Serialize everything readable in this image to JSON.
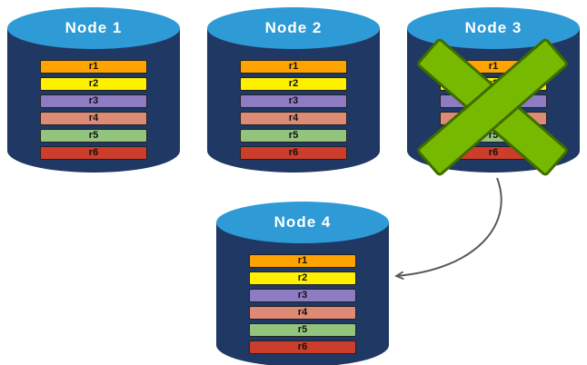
{
  "nodes": [
    {
      "label": "Node 1",
      "rows": [
        "r1",
        "r2",
        "r3",
        "r4",
        "r5",
        "r6"
      ]
    },
    {
      "label": "Node 2",
      "rows": [
        "r1",
        "r2",
        "r3",
        "r4",
        "r5",
        "r6"
      ]
    },
    {
      "label": "Node 3",
      "rows": [
        "r1",
        "r2",
        "r3",
        "r4",
        "r5",
        "r6"
      ],
      "status": "failed"
    },
    {
      "label": "Node 4",
      "rows": [
        "r1",
        "r2",
        "r3",
        "r4",
        "r5",
        "r6"
      ]
    }
  ],
  "colors": {
    "cylinder_body": "#1F3864",
    "cylinder_top": "#2E9BD6",
    "row_r1": "#FFA300",
    "row_r2": "#FFF000",
    "row_r3": "#8E7CC3",
    "row_r4": "#DD8A76",
    "row_r5": "#93C47D",
    "row_r6": "#CC3E2B",
    "failure_x": "#76B900",
    "arrow": "#595959"
  }
}
